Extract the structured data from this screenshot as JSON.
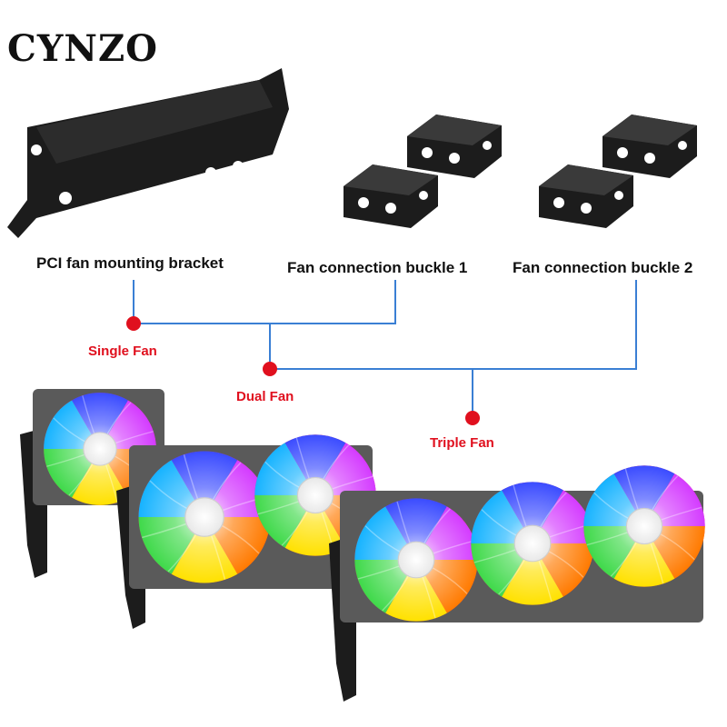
{
  "brand": "CYNZO",
  "parts": {
    "bracket_label": "PCI fan mounting bracket",
    "buckle1_label": "Fan connection buckle 1",
    "buckle2_label": "Fan connection buckle 2"
  },
  "configs": {
    "single": "Single Fan",
    "dual": "Dual Fan",
    "triple": "Triple Fan"
  },
  "colors": {
    "connector_line": "#3a7fd4",
    "node": "#e0101e",
    "tier_text": "#e0101e",
    "metal": "#1c1c1c",
    "fan_frame": "#5a5a5a"
  }
}
